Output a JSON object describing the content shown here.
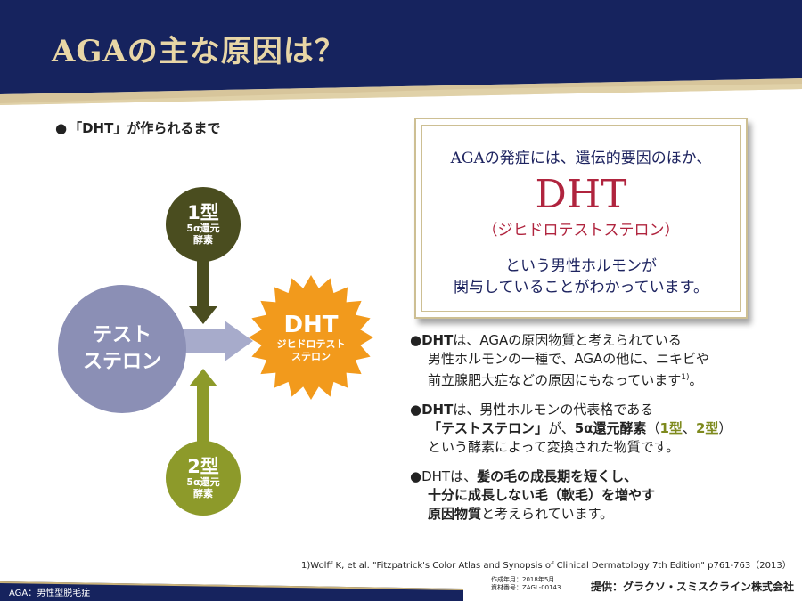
{
  "slide": {
    "title": "AGAの主な原因は？",
    "subheading": "「DHT」が作られるまで",
    "bullet_mark": "●",
    "colors": {
      "navy": "#16235e",
      "gold": "#c9b27a",
      "title_text": "#e8d6a6",
      "testosterone_circle": "#8b8fb5",
      "type1_circle": "#4a4d1f",
      "type2_circle": "#8d9a2a",
      "dht_burst": "#f29a1c",
      "dht_red": "#b0243e"
    }
  },
  "diagram": {
    "testosterone": {
      "line1": "テスト",
      "line2": "ステロン"
    },
    "type1": {
      "main": "1型",
      "sub1": "5α還元",
      "sub2": "酵素"
    },
    "type2": {
      "main": "2型",
      "sub1": "5α還元",
      "sub2": "酵素"
    },
    "dht": {
      "main": "DHT",
      "sub1": "ジヒドロテスト",
      "sub2": "ステロン"
    }
  },
  "callout": {
    "lead": "AGAの発症には、遺伝的要因のほか、",
    "term": "DHT",
    "term_reading": "（ジヒドロテストステロン）",
    "line1": "という男性ホルモンが",
    "line2": "関与していることがわかっています。"
  },
  "bullets": {
    "b1": {
      "term": "DHT",
      "line1_rest": "は、AGAの原因物質と考えられている",
      "line2": "男性ホルモンの一種で、AGAの他に、ニキビや",
      "line3": "前立腺肥大症などの原因にもなっています",
      "ref": "1)",
      "line3_end": "。"
    },
    "b2": {
      "term": "DHT",
      "line1_rest": "は、男性ホルモンの代表格である",
      "line2_a": "「テストステロン」",
      "line2_b": "が、",
      "line2_c": "5α還元酵素",
      "line2_d": "（",
      "line2_e": "1型",
      "line2_f": "、",
      "line2_g": "2型",
      "line2_h": "）",
      "line3": "という酵素によって変換された物質です。"
    },
    "b3": {
      "line1_a": "DHTは、",
      "line1_b": "髪の毛の成長期を短くし、",
      "line2": "十分に成長しない毛（軟毛）を増やす",
      "line3_a": "原因物質",
      "line3_b": "と考えられています。"
    }
  },
  "footer": {
    "footnote": "1)Wolff K, et al. \"Fitzpatrick's Color Atlas and Synopsis of Clinical Dermatology 7th Edition\" p761-763（2013）",
    "abbreviation": "AGA：男性型脱毛症",
    "doc_date": "作成年月：2018年5月",
    "doc_number": "資材番号：ZAGL-00143",
    "provider": "提供：グラクソ・スミスクライン株式会社"
  }
}
